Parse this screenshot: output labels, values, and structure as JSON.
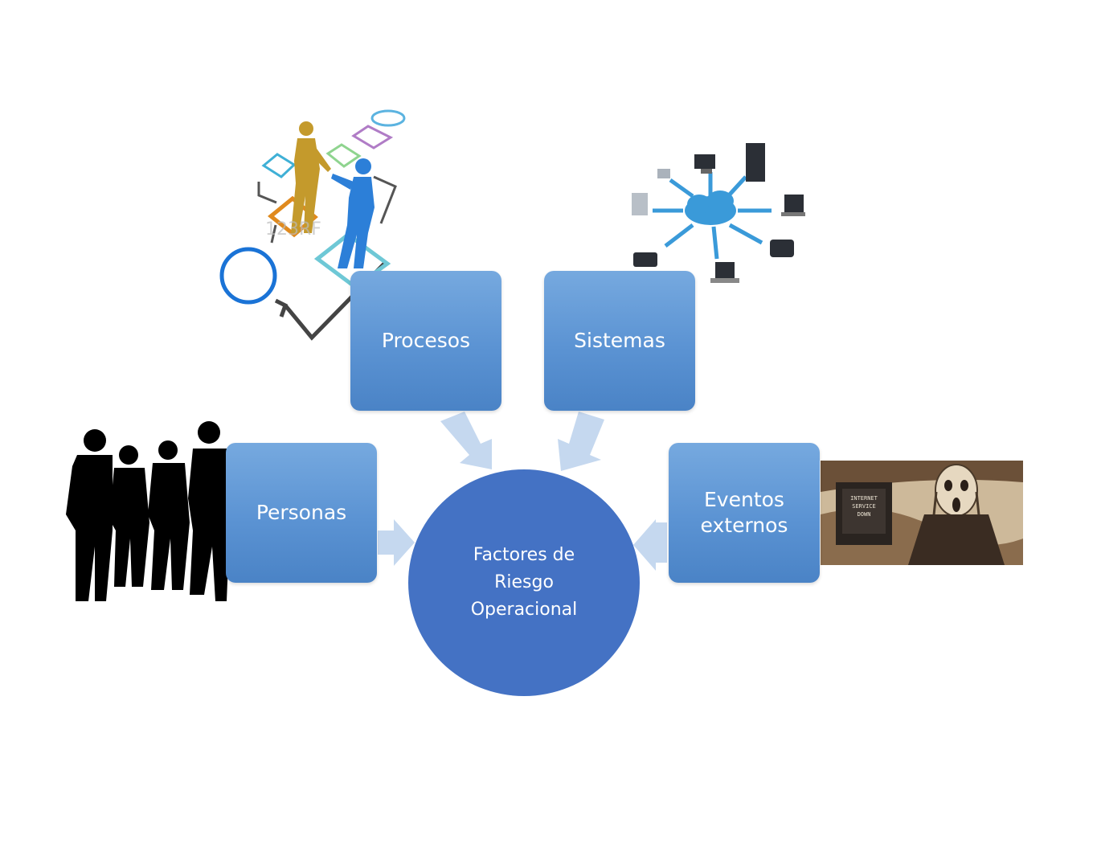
{
  "center": {
    "label": "Factores de\nRiesgo\nOperacional"
  },
  "factors": {
    "procesos": "Procesos",
    "sistemas": "Sistemas",
    "personas": "Personas",
    "eventos": "Eventos\nexternos"
  },
  "images": {
    "procesos": "process-flowchart-handshake-illustration",
    "sistemas": "cloud-network-devices-illustration",
    "personas": "people-silhouettes",
    "eventos": "scream-computer-illustration"
  },
  "screen_text": [
    "INTERNET",
    "SERVICE",
    "DOWN"
  ],
  "watermark": "123RF",
  "colors": {
    "box": "#5b93d3",
    "circle": "#4472c4",
    "arrow": "#c5d8ef",
    "text": "#ffffff"
  }
}
